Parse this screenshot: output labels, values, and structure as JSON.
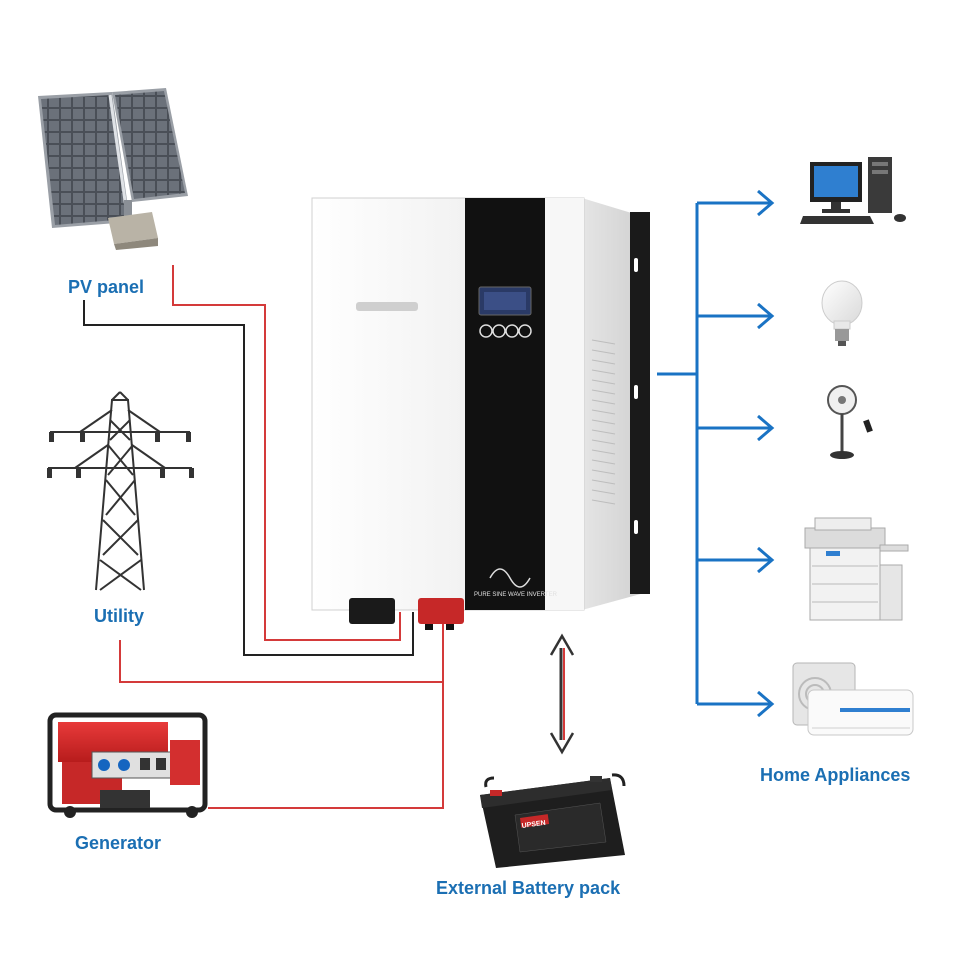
{
  "labels": {
    "pv_panel": "PV panel",
    "utility": "Utility",
    "generator": "Generator",
    "battery": "External Battery pack",
    "home_appliances": "Home Appliances"
  },
  "inverter": {
    "face_text": "PURE SINE WAVE INVERTER"
  },
  "battery": {
    "brand": "UPSEN"
  },
  "colors": {
    "label_blue": "#1b6fb3",
    "arrow_blue": "#1a73c4",
    "wire_red": "#d43a3a",
    "wire_black": "#222222",
    "inverter_body": "#f4f4f4",
    "inverter_panel": "#111111",
    "battery_body": "#1e1e1e"
  },
  "icons": [
    "solar-panel-icon",
    "power-tower-icon",
    "generator-icon",
    "battery-icon",
    "computer-icon",
    "light-bulb-icon",
    "fan-icon",
    "copier-icon",
    "air-conditioner-icon"
  ]
}
